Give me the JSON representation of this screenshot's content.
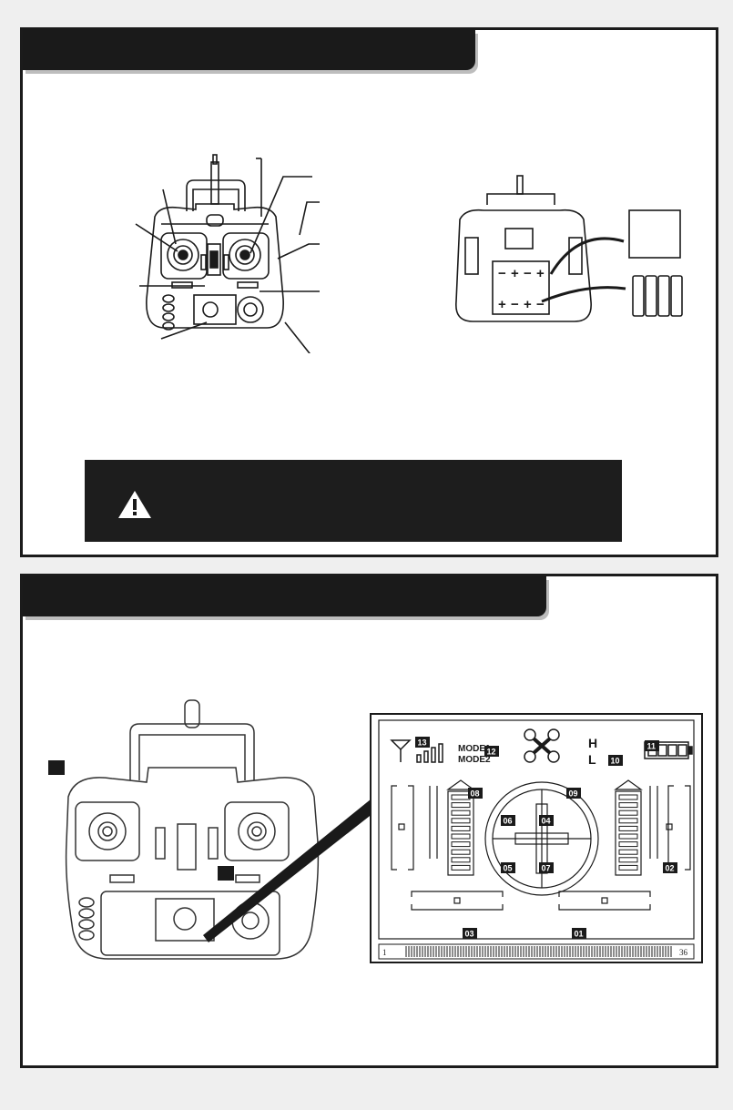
{
  "lcd": {
    "mode1": "MODE1",
    "mode2": "MODE2",
    "battery_high": "H",
    "battery_low": "L",
    "callouts": [
      "01",
      "02",
      "03",
      "04",
      "05",
      "06",
      "07",
      "08",
      "09",
      "10",
      "11",
      "12",
      "13"
    ]
  },
  "footer": {
    "page_left": "1",
    "page_right": "36"
  },
  "battery_symbols": {
    "plus": "+",
    "minus": "−"
  },
  "icons": {
    "warning": "warning-triangle-icon",
    "drone": "quadcopter-icon",
    "signal": "antenna-signal-icon",
    "battery": "battery-level-icon"
  },
  "colors": {
    "ink": "#1a1a1a",
    "paper": "#ffffff",
    "background": "#efefef",
    "shadow": "#bdbdbd"
  }
}
